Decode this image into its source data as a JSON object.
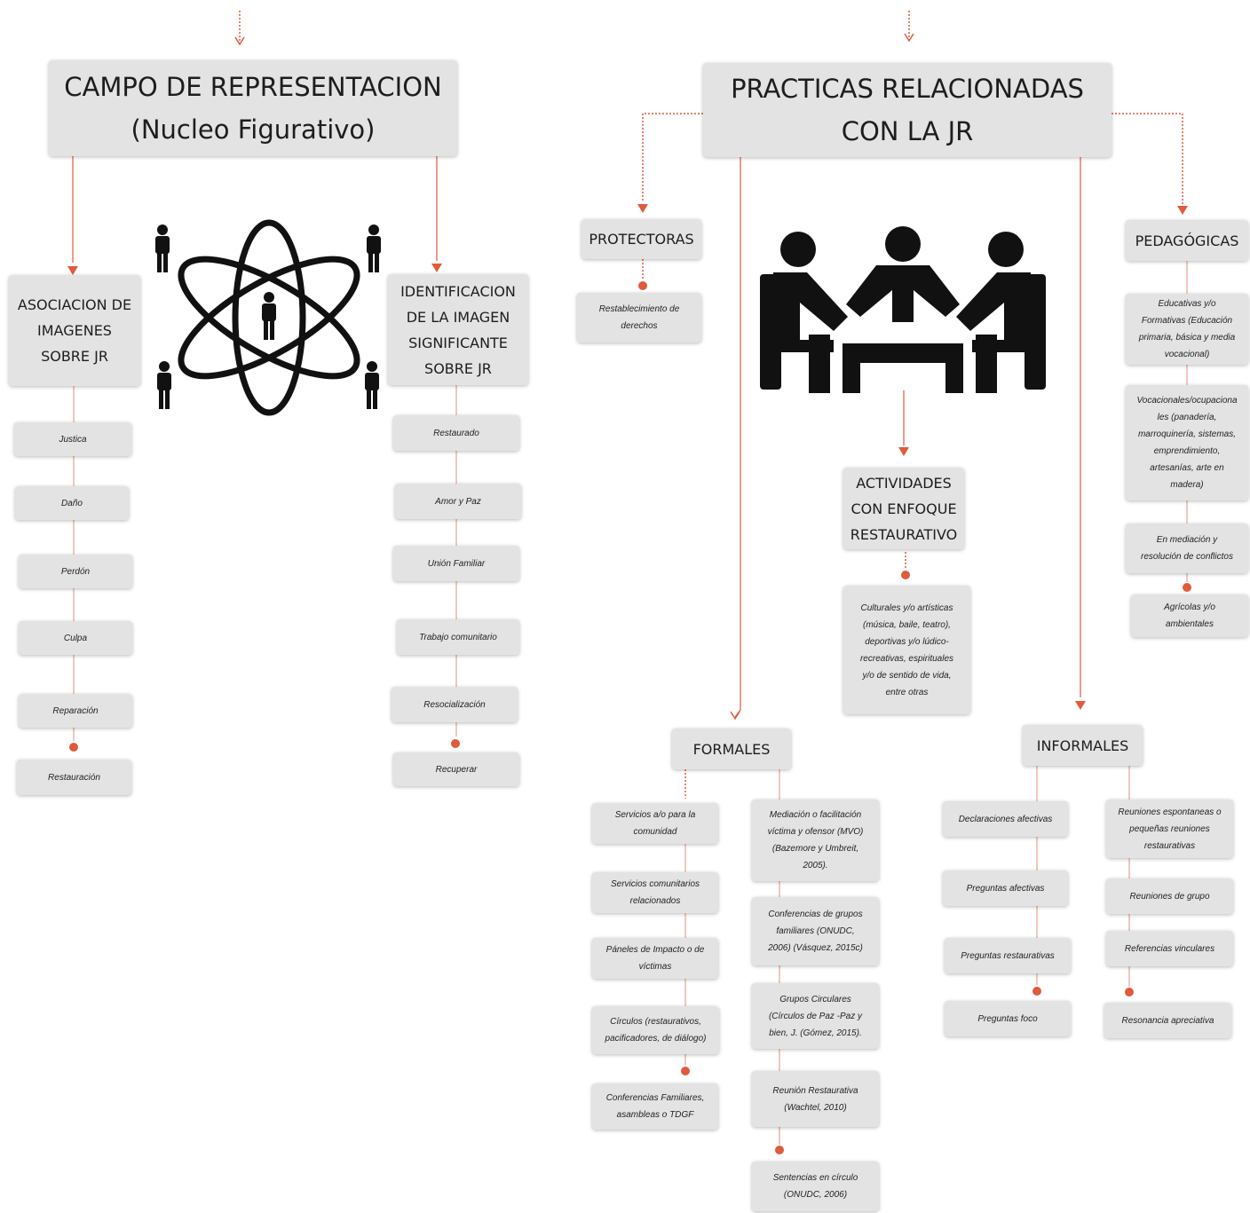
{
  "campo": {
    "title": "CAMPO DE REPRESENTACION\n(Nucleo Figurativo)",
    "asociacion": {
      "title": "ASOCIACION DE\nIMAGENES\nSOBRE JR",
      "items": [
        "Justica",
        "Daño",
        "Perdón",
        "Culpa",
        "Reparación",
        "Restauración"
      ]
    },
    "identificacion": {
      "title": "IDENTIFICACION\nDE LA IMAGEN\nSIGNIFICANTE\nSOBRE JR",
      "items": [
        "Restaurado",
        "Amor y Paz",
        "Unión Familiar",
        "Trabajo comunitario",
        "Resocialización",
        "Recuperar"
      ]
    }
  },
  "practicas": {
    "title": "PRACTICAS RELACIONADAS\nCON LA JR",
    "protectoras": {
      "title": "PROTECTORAS",
      "items": [
        "Restablecimiento de\nderechos"
      ]
    },
    "pedagogicas": {
      "title": "PEDAGÓGICAS",
      "items": [
        "Educativas y/o\nFormativas (Educación\nprimaria, básica y media\nvocacional)",
        "Vocacionales/ocupaciona\nles (panadería,\nmarroquinería, sistemas,\nemprendimiento,\nartesanías, arte en\nmadera)",
        "En mediación y\nresolución de conflictos",
        "Agrícolas y/o\nambientales"
      ]
    },
    "actividades": {
      "title": "ACTIVIDADES\nCON ENFOQUE\nRESTAURATIVO",
      "items": [
        "Culturales y/o artísticas\n(música, baile, teatro),\ndeportivas y/o lúdico-\nrecreativas, espirituales\ny/o de sentido de vida,\nentre otras"
      ]
    },
    "formales": {
      "title": "FORMALES",
      "left_items": [
        "Servicios a/o para la\ncomunidad",
        "Servicios comunitarios\nrelacionados",
        "Páneles de Impacto o de\nvíctimas",
        "Círculos (restaurativos,\npacificadores, de diálogo)",
        "Conferencias Familiares,\nasambleas o TDGF"
      ],
      "right_items": [
        "Mediación o facilitación\nvíctima y ofensor (MVO)\n(Bazemore y Umbreit,\n2005).",
        "Conferencias de grupos\nfamiliares (ONUDC,\n2006) (Vásquez, 2015c)",
        "Grupos Circulares\n(Círculos de Paz -Paz y\nbien, J. (Gómez, 2015).",
        "Reunión Restaurativa\n(Wachtel, 2010)",
        "Sentencias en círculo\n(ONUDC, 2006)"
      ]
    },
    "informales": {
      "title": "INFORMALES",
      "left_items": [
        "Declaraciones afectivas",
        "Preguntas afectivas",
        "Preguntas restaurativas",
        "Preguntas foco"
      ],
      "right_items": [
        "Reuniones espontaneas o\npequeñas reuniones\nrestaurativas",
        "Reuniones de grupo",
        "Referencias vinculares",
        "Resonancia apreciativa"
      ]
    }
  },
  "icons": [
    "atom-with-people-icon",
    "people-meeting-at-table-icon"
  ],
  "colors": {
    "connector": "#e05a3c",
    "box": "#e3e3e3",
    "text": "#1d1d1d"
  }
}
